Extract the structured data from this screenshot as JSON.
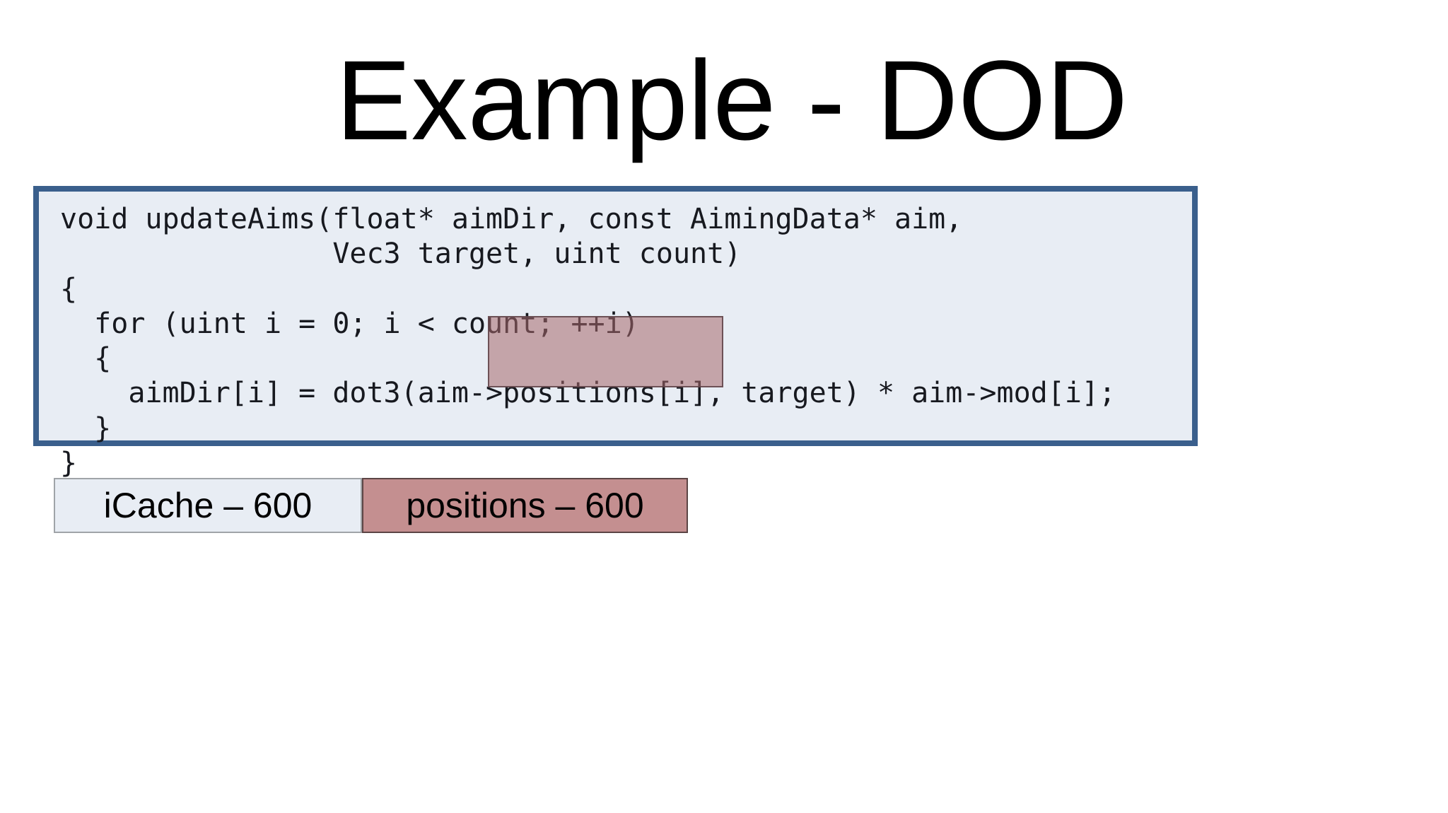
{
  "slide": {
    "title": "Example - DOD",
    "background_color": "#ffffff"
  },
  "code_panel": {
    "border_color": "#3a5f8c",
    "background_color": "#e8edf4",
    "text_color": "#17191f",
    "code": "void updateAims(float* aimDir, const AimingData* aim,\n                Vec3 target, uint count)\n{\n  for (uint i = 0; i < count; ++i)\n  {\n    aimDir[i] = dot3(aim->positions[i], target) * aim->mod[i];\n  }\n}"
  },
  "highlight": {
    "fill_color": "rgba(166,104,108,0.55)",
    "border_color": "#5e4348"
  },
  "legend": {
    "items": [
      {
        "label": "iCache – 600",
        "fill_color": "#e8edf4",
        "border_color": "#a0a4a8"
      },
      {
        "label": "positions – 600",
        "fill_color": "#c48f90",
        "border_color": "#5c4545"
      }
    ]
  }
}
